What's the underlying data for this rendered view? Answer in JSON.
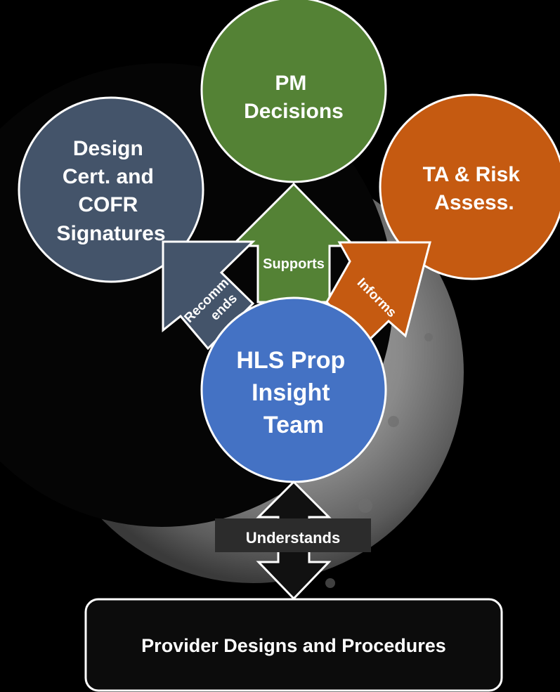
{
  "nodes": {
    "pm": {
      "lines": [
        "PM",
        "Decisions"
      ],
      "color": "#548235"
    },
    "design": {
      "lines": [
        "Design",
        "Cert. and",
        "COFR",
        "Signatures"
      ],
      "color": "#44546A"
    },
    "ta": {
      "lines": [
        "TA & Risk",
        "Assess."
      ],
      "color": "#C55A11"
    },
    "team": {
      "lines": [
        "HLS Prop",
        "Insight",
        "Team"
      ],
      "color": "#4472C4"
    },
    "provider": {
      "label": "Provider Designs and Procedures"
    }
  },
  "arrows": {
    "recommends": {
      "lines": [
        "Recomm",
        "ends"
      ],
      "color": "#44546A"
    },
    "supports": {
      "label": "Supports",
      "color": "#548235"
    },
    "informs": {
      "label": "Informs",
      "color": "#C55A11"
    },
    "understands": {
      "label": "Understands"
    }
  }
}
